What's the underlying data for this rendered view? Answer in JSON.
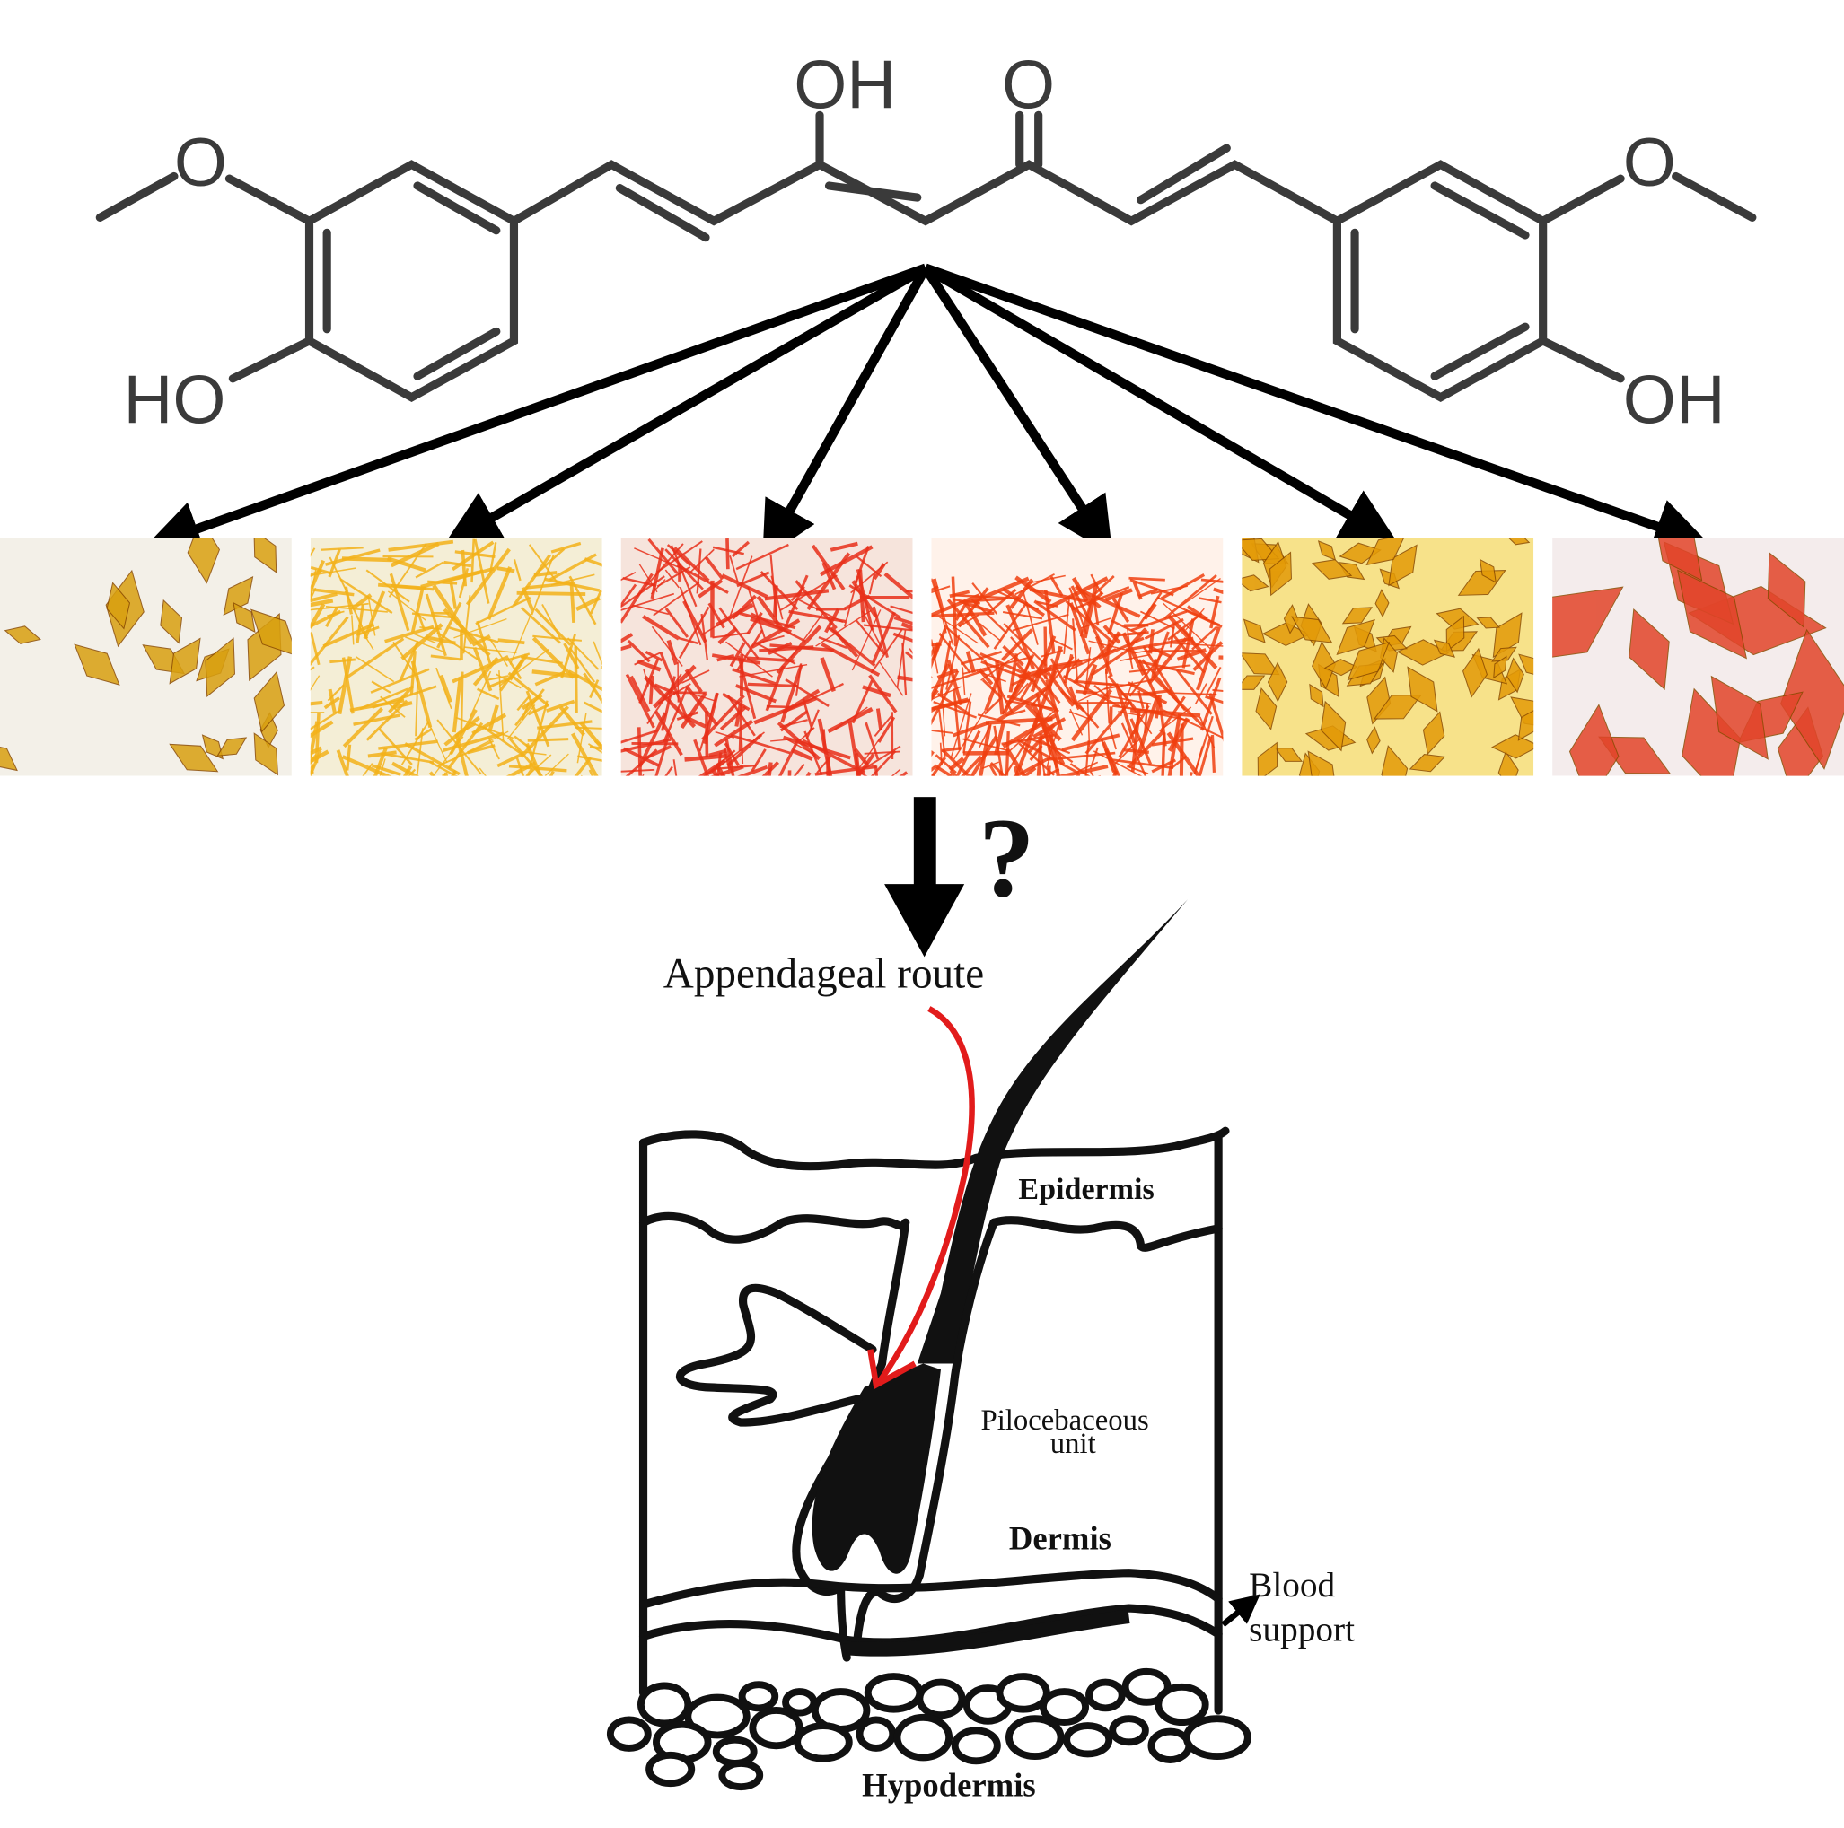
{
  "molecule": {
    "atoms": {
      "oh_top": "OH",
      "o_top": "O",
      "o_left": "O",
      "ho_left": "HO",
      "o_right": "O",
      "oh_right": "OH"
    }
  },
  "crystals": [
    {
      "name": "crystal-form-1",
      "base": "#f3f0e8",
      "color": "#d9a010",
      "style": "blocks"
    },
    {
      "name": "crystal-form-2",
      "base": "#f4eed6",
      "color": "#f3b21a",
      "style": "needles"
    },
    {
      "name": "crystal-form-3",
      "base": "#f6e4dc",
      "color": "#e8301a",
      "style": "needles"
    },
    {
      "name": "crystal-form-4",
      "base": "#fff2ea",
      "color": "#f04010",
      "style": "dense"
    },
    {
      "name": "crystal-form-5",
      "base": "#f7e28a",
      "color": "#e39a08",
      "style": "chunks"
    },
    {
      "name": "crystal-form-6",
      "base": "#f4ecec",
      "color": "#e2452a",
      "style": "plates"
    }
  ],
  "question_mark": "?",
  "skin": {
    "route_label": "Appendageal route",
    "epidermis": "Epidermis",
    "pilo_line1": "Pilocebaceous",
    "pilo_line2": "unit",
    "dermis": "Dermis",
    "blood_line1": "Blood",
    "blood_line2": "support",
    "hypodermis": "Hypodermis",
    "route_color": "#e21b1b"
  }
}
